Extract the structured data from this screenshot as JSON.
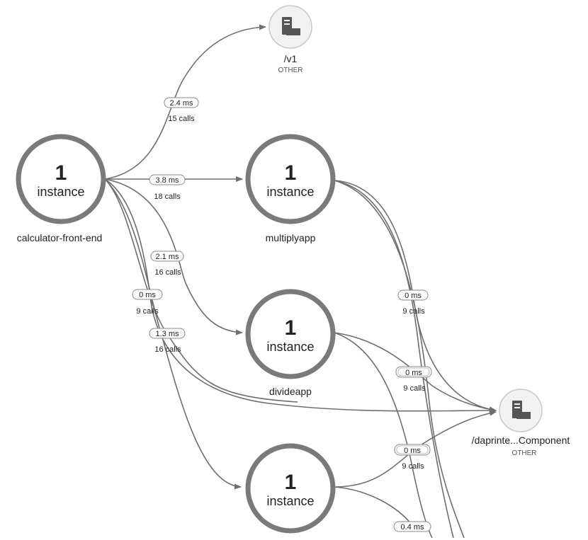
{
  "nodes": {
    "frontend": {
      "count": "1",
      "unit": "instance",
      "name": "calculator-front-end"
    },
    "multiply": {
      "count": "1",
      "unit": "instance",
      "name": "multiplyapp"
    },
    "divide": {
      "count": "1",
      "unit": "instance",
      "name": "divideapp"
    },
    "bottom": {
      "count": "1",
      "unit": "instance"
    }
  },
  "externals": {
    "v1": {
      "name": "/v1",
      "type": "OTHER",
      "icon": "server-icon"
    },
    "dapr": {
      "name": "/daprinte...Component",
      "type": "OTHER",
      "icon": "server-icon"
    }
  },
  "edges": {
    "fe_v1": {
      "time": "2.4 ms",
      "calls": "15 calls"
    },
    "fe_multiply": {
      "time": "3.8 ms",
      "calls": "18 calls"
    },
    "fe_divide": {
      "time": "2.1 ms",
      "calls": "16 calls"
    },
    "fe_dapr": {
      "time": "0 ms",
      "calls": "9 calls"
    },
    "fe_bottom": {
      "time": "1.3 ms",
      "calls": "16 calls"
    },
    "multiply_dapr": {
      "time": "0 ms",
      "calls": "9 calls"
    },
    "divide_dapr": {
      "time": "0 ms",
      "calls": "9 calls"
    },
    "bottom_dapr": {
      "time": "0 ms",
      "calls": "9 calls"
    },
    "bottom_out": {
      "time": "0.4 ms"
    }
  },
  "colors": {
    "ring": "#7a7a7a",
    "edge": "#6e6e6e",
    "external_fill": "#f2f2f2",
    "icon": "#555555"
  }
}
